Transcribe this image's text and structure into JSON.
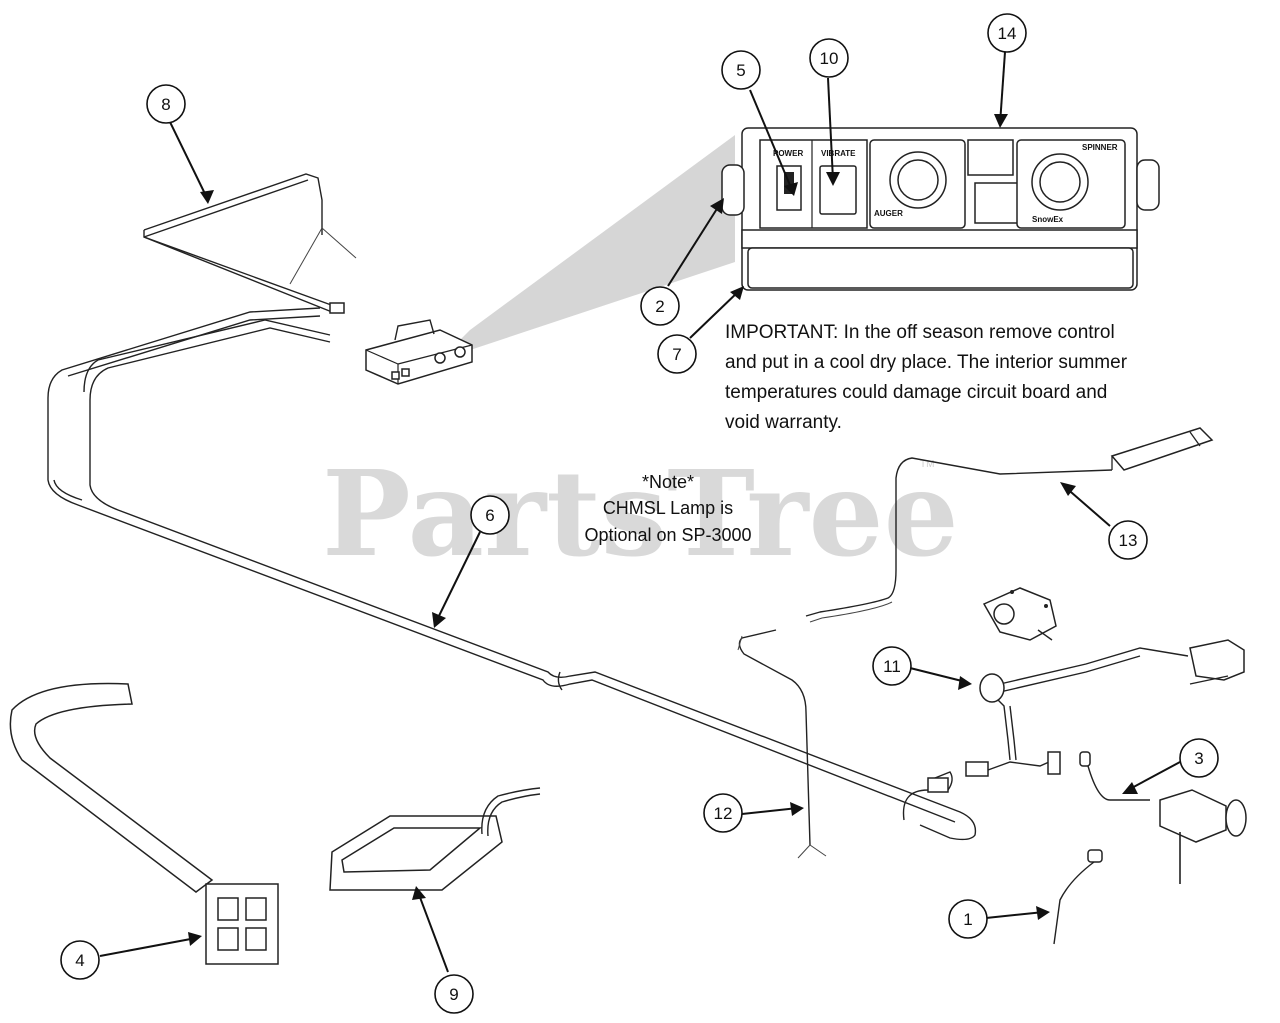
{
  "watermark": {
    "text": "PartsTree",
    "trademark": "TM"
  },
  "note": {
    "line1": "*Note*",
    "line2": "CHMSL Lamp is",
    "line3": "Optional on SP-3000"
  },
  "important": {
    "line1": "IMPORTANT: In the off season remove control",
    "line2": "and put in a cool dry place. The interior summer",
    "line3": "temperatures could damage circuit board and",
    "line4": "void warranty."
  },
  "control_panel": {
    "power_label": "POWER",
    "vibrate_label": "VIBRATE",
    "auger_label": "AUGER",
    "spinner_label": "SPINNER",
    "brand_label": "SnowEx"
  },
  "callouts": [
    "1",
    "2",
    "3",
    "4",
    "5",
    "6",
    "7",
    "8",
    "9",
    "10",
    "11",
    "12",
    "13",
    "14"
  ],
  "colors": {
    "line": "#222222",
    "watermark": "#d9d9d9",
    "shade": "#d6d6d6"
  }
}
